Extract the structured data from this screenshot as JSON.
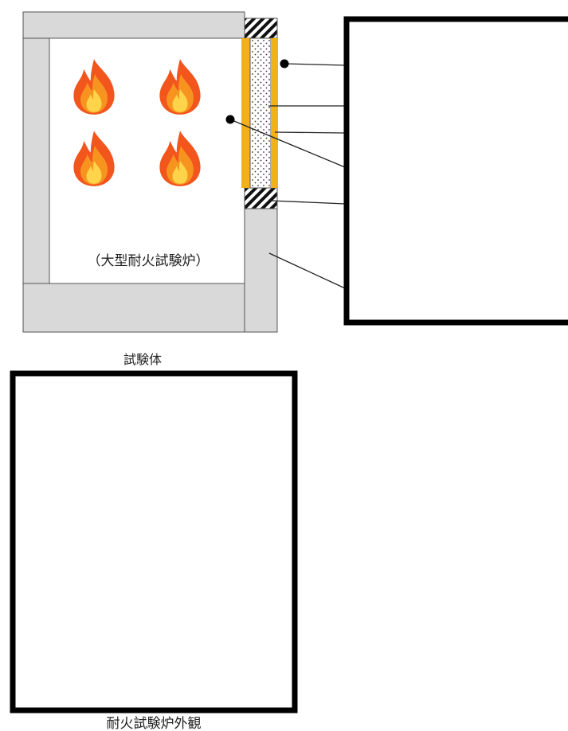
{
  "furnace": {
    "label": "（大型耐火試験炉）",
    "flame_count": 4
  },
  "captions": {
    "specimen": "試験体",
    "exterior": "耐火試験炉外観"
  },
  "colors": {
    "wall": "#d9d9d9",
    "outline": "#555555",
    "board": "#f2b11a",
    "photo_frame": "#000000",
    "flame_outer": "#f2561d",
    "flame_mid": "#f79420",
    "flame_inner": "#ffd34a"
  }
}
